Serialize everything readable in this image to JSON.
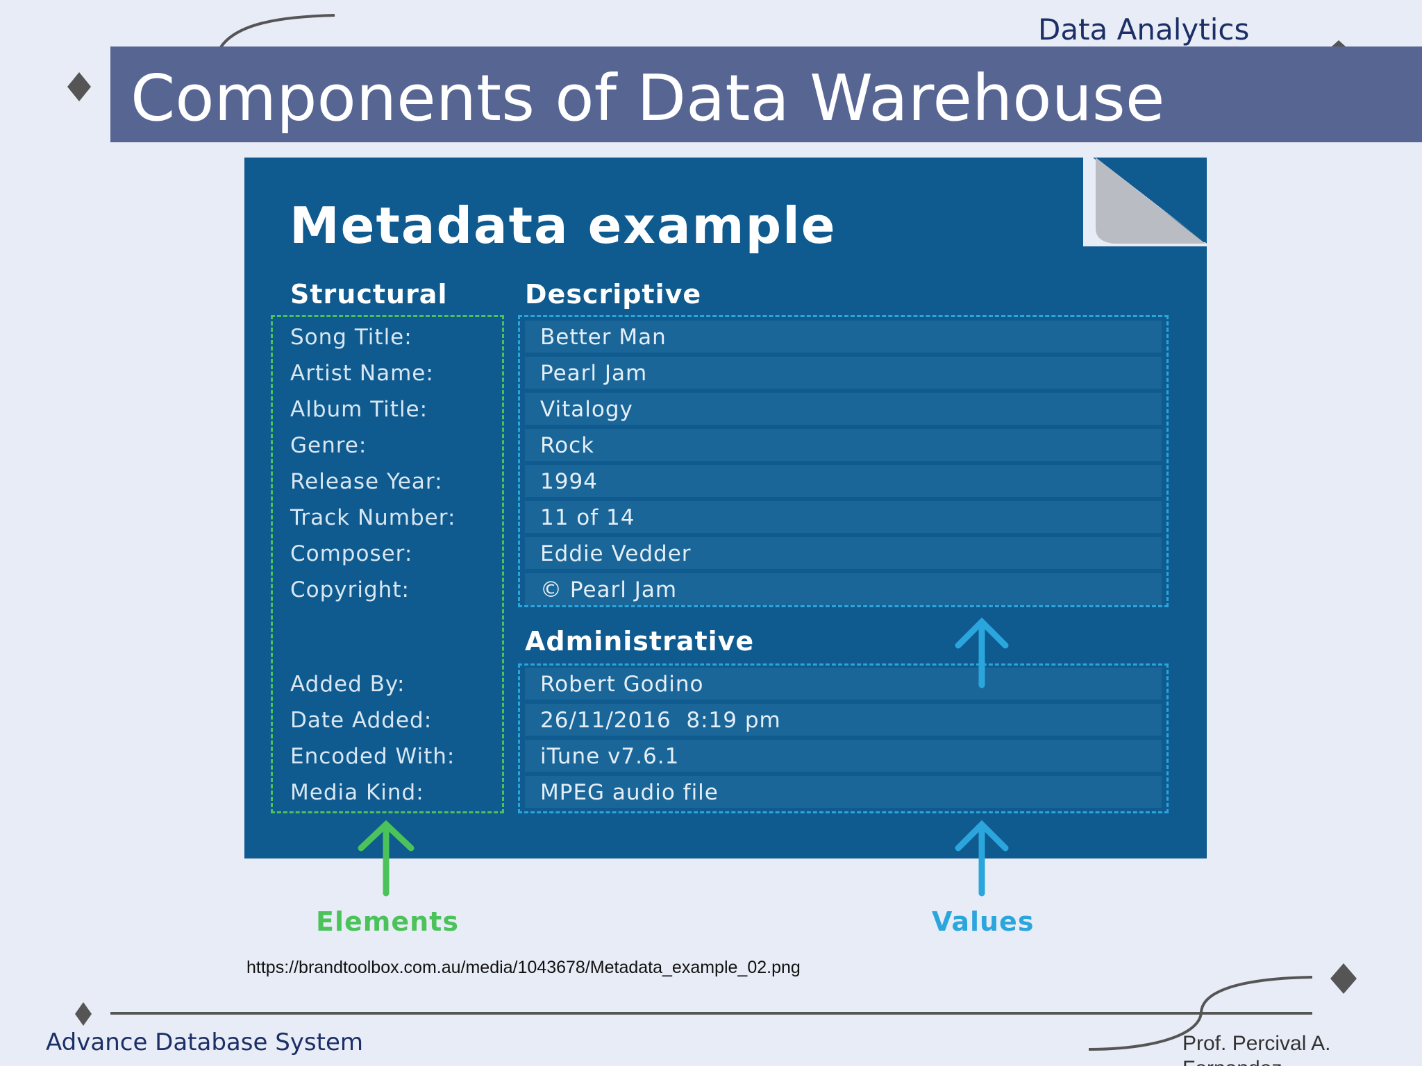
{
  "header": {
    "course": "Data Analytics",
    "title": "Components of Data Warehouse"
  },
  "figure": {
    "title": "Metadata example",
    "structural_heading": "Structural",
    "descriptive_heading": "Descriptive",
    "administrative_heading": "Administrative",
    "descriptive_rows": [
      {
        "element": "Song Title:",
        "value": "Better Man"
      },
      {
        "element": "Artist Name:",
        "value": "Pearl Jam"
      },
      {
        "element": "Album Title:",
        "value": "Vitalogy"
      },
      {
        "element": "Genre:",
        "value": "Rock"
      },
      {
        "element": "Release Year:",
        "value": "1994"
      },
      {
        "element": "Track Number:",
        "value": "11 of 14"
      },
      {
        "element": "Composer:",
        "value": "Eddie Vedder"
      },
      {
        "element": "Copyright:",
        "value": "© Pearl Jam"
      }
    ],
    "administrative_rows": [
      {
        "element": "Added By:",
        "value": "Robert Godino"
      },
      {
        "element": "Date Added:",
        "value": "26/11/2016  8:19 pm"
      },
      {
        "element": "Encoded With:",
        "value": "iTune v7.6.1"
      },
      {
        "element": "Media Kind:",
        "value": "MPEG audio file"
      }
    ],
    "elements_label": "Elements",
    "values_label": "Values",
    "colors": {
      "card": "#0f5a8e",
      "elements_accent": "#4cc35a",
      "values_accent": "#2aa6dd",
      "title_bar": "#566592"
    }
  },
  "source_url": "https://brandtoolbox.com.au/media/1043678/Metadata_example_02.png",
  "footer": {
    "course_name": "Advance Database System",
    "author": "Prof. Percival A. Fernandez"
  }
}
